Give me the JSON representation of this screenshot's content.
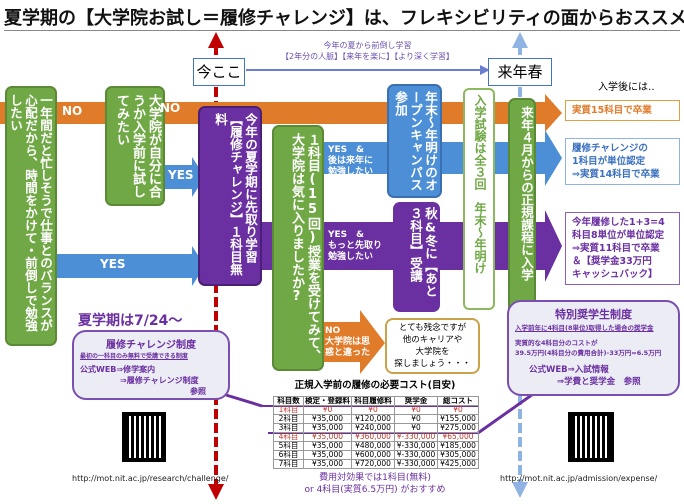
{
  "title": "夏学期の【大学院お試し＝履修チャレンジ】は、フレキシビリティの面からおススメ",
  "now_label": "今ここ",
  "next_spring_label": "来年春",
  "top_arrow": {
    "line1": "今年の夏から前倒し学習",
    "line2": "【2年分の人脈】【来年を楽に】【より深く学習】"
  },
  "left_box": "一年間だと忙しそうで仕事とのバランスが心配だから、時間をかけて・前倒しで勉強したい",
  "try_box": "大学院が自分に合うか入学前に試してみたい",
  "no1": "NO",
  "no2": "NO",
  "yes1": "YES",
  "yes2": "YES",
  "challenge_box": "今年の夏学期に先取り学習【履修チャレンジ】１科目無料",
  "question_box": "１科目(15回)授業を受けてみて、大学院は気に入りましたか?",
  "yes_later": {
    "l1": "YES　&",
    "l2": "後は来年に",
    "l3": "勉強したい"
  },
  "yes_more": {
    "l1": "YES　&",
    "l2": "もっと先取り",
    "l3": "勉強したい"
  },
  "no_diff": {
    "l1": "NO",
    "l2": "大学院は思",
    "l3": "惑と違った"
  },
  "sorry_box": {
    "l1": "とても残念ですが",
    "l2": "他のキャリアや",
    "l3": "大学院を",
    "l4": "探しましょう・・・"
  },
  "open_campus": "年末～年明けのオープンキャンパス参加",
  "more_courses": "秋&冬に【あと３科目】受講",
  "exam_box": "入学試験は全３回　年末～年明け",
  "enroll_bar": "来年４月からの正規課程に入学",
  "after_label": "入学後には‥",
  "result1": "実質15科目で卒業",
  "result2": {
    "l1": "履修チャレンジの",
    "l2": "1科目が単位認定",
    "l3": "⇒実質14科目で卒業"
  },
  "result3": {
    "l1": "今年履修した1+3=4",
    "l2": "科目8単位が単位認定",
    "l3": "⇒実質11科目で卒業",
    "l4": "＆【奨学金33万円",
    "l5": "キャッシュバック】"
  },
  "summer_date": "夏学期は7/24～",
  "left_callout": {
    "title": "履修チャレンジ制度",
    "sub": "最初の一科目のみ無料で受講できる制度",
    "l1": "公式WEB⇒修学案内",
    "l2": "⇒履修チャレンジ制度",
    "l3": "参照"
  },
  "right_callout": {
    "title": "特別奨学生制度",
    "sub": "入学前年に4科目(8単位)取得した場合の奨学金",
    "l1": "実質的な4科目分のコストが",
    "l2": "39.5万円(4科目分の費用合計)-33万円=6.5万円",
    "l3": "公式WEB⇒入試情報",
    "l4": "⇒学費と奨学金　参照"
  },
  "table": {
    "title": "正規入学前の履修の必要コスト(目安)",
    "headers": [
      "科目数",
      "検定・登録料",
      "科目履修料",
      "奨学金",
      "総コスト"
    ],
    "rows": [
      [
        "1科目",
        "¥0",
        "¥0",
        "¥0",
        "¥0"
      ],
      [
        "2科目",
        "¥35,000",
        "¥120,000",
        "¥0",
        "¥155,000"
      ],
      [
        "3科目",
        "¥35,000",
        "¥240,000",
        "¥0",
        "¥275,000"
      ],
      [
        "4科目",
        "¥35,000",
        "¥360,000",
        "¥-330,000",
        "¥65,000"
      ],
      [
        "5科目",
        "¥35,000",
        "¥480,000",
        "¥-330,000",
        "¥185,000"
      ],
      [
        "6科目",
        "¥35,000",
        "¥600,000",
        "¥-330,000",
        "¥305,000"
      ],
      [
        "7科目",
        "¥35,000",
        "¥720,000",
        "¥-330,000",
        "¥425,000"
      ]
    ],
    "footer1": "費用対効果では1科目(無料)",
    "footer2": "or 4科目(実質6.5万円) がおすすめ"
  },
  "url_left": "http://mot.nit.ac.jp/research/challenge/",
  "url_right": "http://mot.nit.ac.jp/admission/expense/",
  "colors": {
    "green": "#70a845",
    "purple": "#6a2fa0",
    "blue": "#4d8fd6",
    "orange": "#e07b2a",
    "red": "#c00000"
  }
}
